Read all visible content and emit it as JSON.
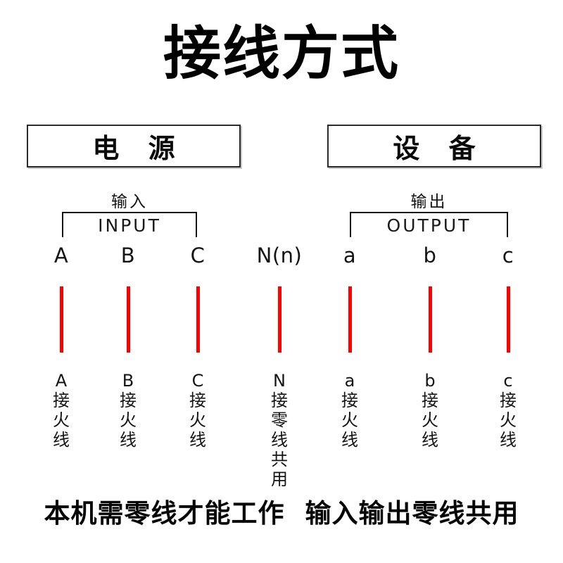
{
  "title": "接线方式",
  "boxes": {
    "power": "电 源",
    "device": "设 备"
  },
  "input_group": {
    "label_cn": "输入",
    "label_en": "INPUT"
  },
  "output_group": {
    "label_cn": "输出",
    "label_en": "OUTPUT"
  },
  "columns": [
    {
      "terminal": "A",
      "wire_label": "A接火线"
    },
    {
      "terminal": "B",
      "wire_label": "B接火线"
    },
    {
      "terminal": "C",
      "wire_label": "C接火线"
    },
    {
      "terminal": "N(n)",
      "wire_label": "N接零线共用"
    },
    {
      "terminal": "a",
      "wire_label": "a接火线"
    },
    {
      "terminal": "b",
      "wire_label": "b接火线"
    },
    {
      "terminal": "c",
      "wire_label": "c接火线"
    }
  ],
  "note": {
    "part1": "本机需零线才能工作",
    "part2": "输入输出零线共用"
  },
  "colors": {
    "wire_red": "#ff0000"
  }
}
